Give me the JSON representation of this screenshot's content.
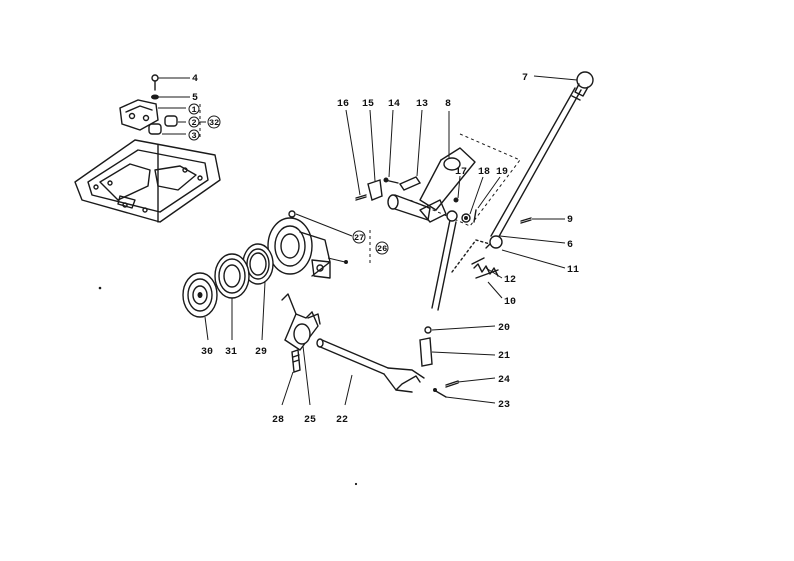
{
  "callouts": {
    "c4": "4",
    "c5": "5",
    "c1": "1",
    "c2": "2",
    "c3": "3",
    "c32": "32",
    "c16": "16",
    "c15": "15",
    "c14": "14",
    "c13": "13",
    "c8": "8",
    "c7": "7",
    "c17": "17",
    "c18": "18",
    "c19": "19",
    "c9": "9",
    "c6": "6",
    "c11": "11",
    "c12": "12",
    "c10": "10",
    "c27": "27",
    "c26": "26",
    "c30": "30",
    "c31": "31",
    "c29": "29",
    "c20": "20",
    "c21": "21",
    "c24": "24",
    "c23": "23",
    "c28": "28",
    "c25": "25",
    "c22": "22"
  }
}
